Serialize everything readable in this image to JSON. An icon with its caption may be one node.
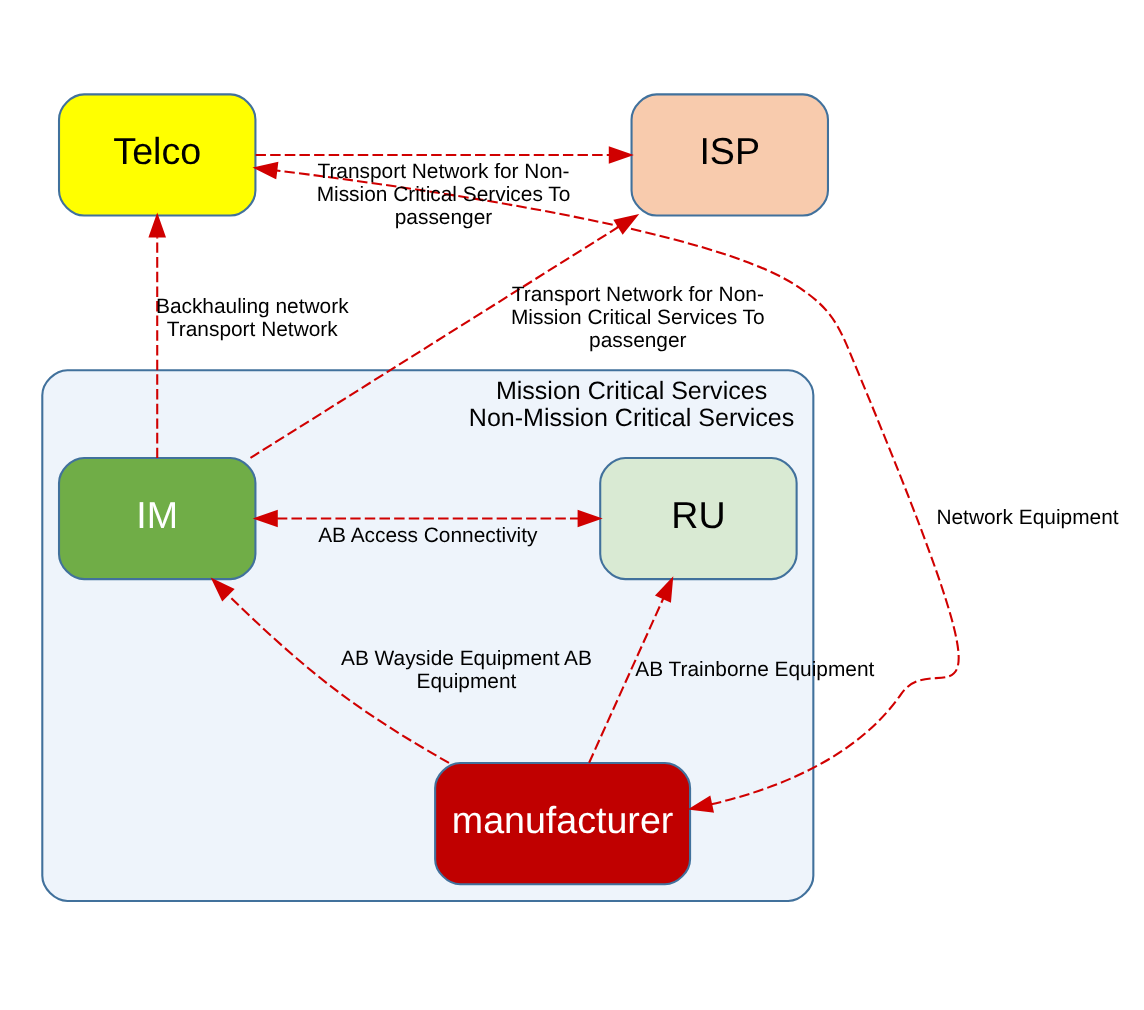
{
  "diagram": {
    "nodes": [
      {
        "text": [
          "Mission Critical Services",
          "Non-Mission Critical Services"
        ]
      },
      {
        "text": [
          "Telco"
        ]
      },
      {
        "text": [
          "ISP"
        ]
      },
      {
        "text": [
          "IM"
        ],
        "in": 0
      },
      {
        "text": [
          "RU"
        ],
        "in": 0
      },
      {
        "text": [
          "manufacturer"
        ],
        "in": 0
      }
    ],
    "edges": [
      {
        "from": 1,
        "to": 2,
        "arrow": "to",
        "label": "Transport Network for Non-Mission Critical Services To passenger",
        "style": "dashed"
      },
      {
        "from": 3,
        "to": 1,
        "arrow": "to",
        "label": "Backhauling network Transport Network",
        "style": "dashed"
      },
      {
        "from": 3,
        "to": 2,
        "arrow": "to",
        "label": "Transport Network for Non-Mission Critical Services To passenger",
        "style": "dashed"
      },
      {
        "from": 3,
        "to": 4,
        "arrow": "both",
        "label": "AB Access Connectivity",
        "style": "dashed"
      },
      {
        "from": 5,
        "to": 3,
        "arrow": "to",
        "label": "AB Wayside Equipment AB Equipment",
        "style": "dashed"
      },
      {
        "from": 5,
        "to": 4,
        "arrow": "to",
        "label": "AB Trainborne Equipment",
        "style": "dashed"
      },
      {
        "from": 5,
        "to": 1,
        "arrow": "both",
        "label": "Network Equipment",
        "style": "dashed"
      }
    ]
  }
}
